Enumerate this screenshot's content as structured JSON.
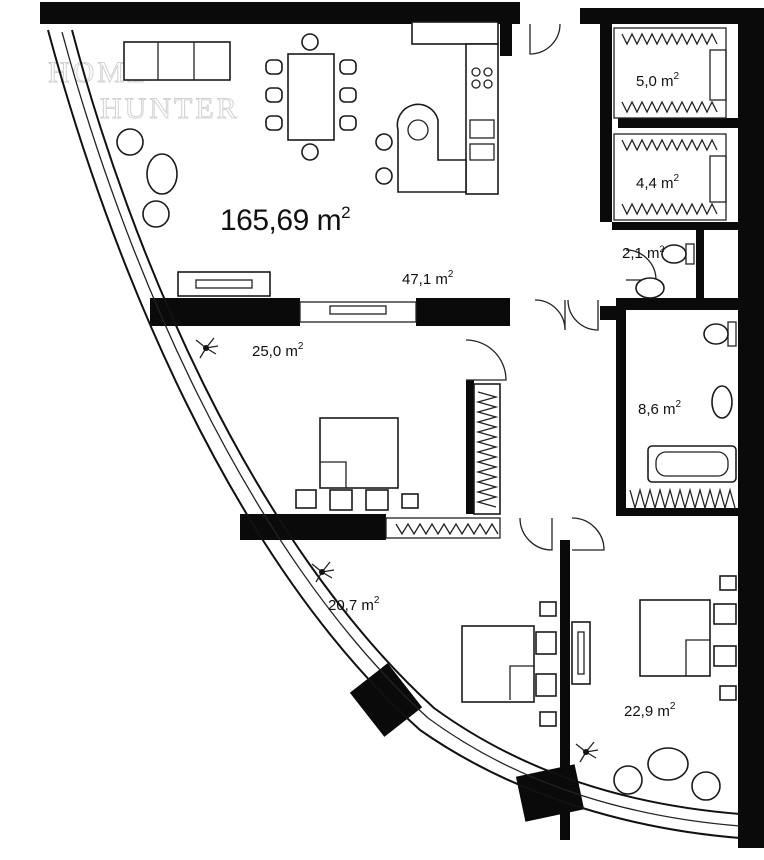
{
  "total_area": "165,69",
  "unit_base": "m",
  "unit_exp": "2",
  "watermark": {
    "line1": "HOME",
    "line2": "HUNTER"
  },
  "rooms": {
    "living": "47,1",
    "bedroom_top": "25,0",
    "bedroom_left": "20,7",
    "bedroom_right": "22,9",
    "bathroom": "8,6",
    "wardrobe_a": "5,0",
    "wardrobe_b": "4,4",
    "wc": "2,1"
  }
}
